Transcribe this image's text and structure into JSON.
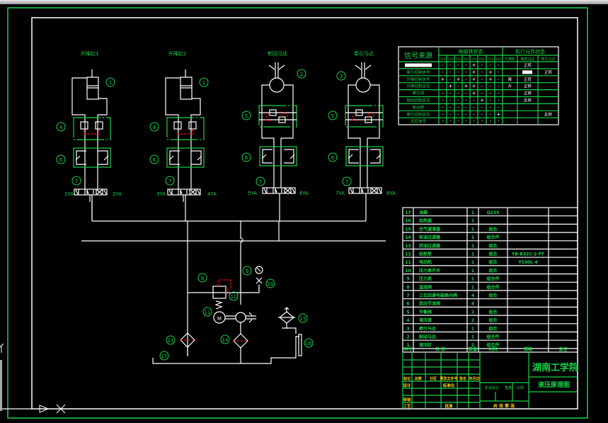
{
  "column_titles": [
    "升降缸1",
    "升降缸2",
    "制动马达",
    "牵引马达"
  ],
  "coil_labels": [
    [
      "1YA",
      "2YA"
    ],
    [
      "3YA",
      "4YA"
    ],
    [
      "5YA",
      "6YA"
    ],
    [
      "7YA",
      "8YA"
    ]
  ],
  "circled_numbers": {
    "col1": [
      "1",
      "4",
      "6",
      "7"
    ],
    "col2": [
      "1",
      "4",
      "6",
      "7"
    ],
    "col3": [
      "2",
      "5",
      "6",
      "7"
    ],
    "col4": [
      "3",
      "5",
      "6",
      "7"
    ],
    "power_unit": [
      "8",
      "9",
      "10",
      "11",
      "12",
      "13",
      "14",
      "15",
      "16",
      "17"
    ]
  },
  "motor_label": "M",
  "state_table": {
    "header_source": "信号来源",
    "header_coils": "电磁铁状态",
    "header_actuators": "执行元件状态",
    "coils": [
      "1YA",
      "2YA",
      "3YA",
      "4YA",
      "5YA",
      "6YA",
      "7YA",
      "8YA"
    ],
    "actuators": [
      "升降缸",
      "制动马达",
      "牵引马达"
    ],
    "rows": [
      {
        "source": "",
        "coils": [
          "-",
          "-",
          "-",
          "-",
          "+",
          "-",
          "-",
          "-"
        ],
        "act": [
          "",
          "正转",
          ""
        ]
      },
      {
        "source": "牵引控制信号",
        "coils": [
          "-",
          "-",
          "-",
          "-",
          "+",
          "-",
          "+",
          "-"
        ],
        "act": [
          "",
          "",
          "正转"
        ]
      },
      {
        "source": "升降控制信号",
        "coils": [
          "+",
          "-",
          "+",
          "-",
          "+",
          "-",
          "+",
          "-"
        ],
        "act": [
          "降",
          "正转",
          ""
        ]
      },
      {
        "source": "升降控制信号",
        "coils": [
          "-",
          "+",
          "-",
          "+",
          "+",
          "-",
          "-",
          "-"
        ],
        "act": [
          "升",
          "正转",
          ""
        ]
      },
      {
        "source": "牵引停",
        "coils": [
          "-",
          "-",
          "-",
          "-",
          "+",
          "-",
          "-",
          "-"
        ],
        "act": [
          "",
          "正转",
          ""
        ]
      },
      {
        "source": "制动控制信号",
        "coils": [
          "-",
          "-",
          "-",
          "-",
          "-",
          "+",
          "-",
          "-"
        ],
        "act": [
          "",
          "反转",
          ""
        ]
      },
      {
        "source": "制动停",
        "coils": [
          "-",
          "-",
          "-",
          "-",
          "-",
          "-",
          "-",
          "-"
        ],
        "act": [
          "",
          "",
          ""
        ]
      },
      {
        "source": "牵引控制信号",
        "coils": [
          "-",
          "-",
          "-",
          "-",
          "-",
          "-",
          "-",
          "+"
        ],
        "act": [
          "",
          "",
          "反转"
        ]
      },
      {
        "source": "无控信号",
        "coils": [
          "-",
          "-",
          "-",
          "-",
          "-",
          "-",
          "-",
          "-"
        ],
        "act": [
          "",
          "",
          ""
        ]
      }
    ]
  },
  "parts_list": {
    "headers": [
      "序号",
      "名 称",
      "数量",
      "材料",
      "规格",
      "备注"
    ],
    "rows": [
      {
        "no": "17",
        "name": "油箱",
        "qty": "1",
        "material": "Q235",
        "spec": "",
        "note": ""
      },
      {
        "no": "16",
        "name": "加热器",
        "qty": "1",
        "material": "",
        "spec": "",
        "note": ""
      },
      {
        "no": "15",
        "name": "空气滤清器",
        "qty": "1",
        "material": "组合",
        "spec": "",
        "note": ""
      },
      {
        "no": "14",
        "name": "吸油过滤器",
        "qty": "1",
        "material": "组合件",
        "spec": "",
        "note": ""
      },
      {
        "no": "13",
        "name": "回油过滤器",
        "qty": "1",
        "material": "组合",
        "spec": "",
        "note": ""
      },
      {
        "no": "12",
        "name": "齿轮泵",
        "qty": "1",
        "material": "组合",
        "spec": "YB-B32C-2-FF",
        "note": ""
      },
      {
        "no": "11",
        "name": "电动机",
        "qty": "1",
        "material": "组合",
        "spec": "Y100L-4",
        "note": ""
      },
      {
        "no": "10",
        "name": "压力表开关",
        "qty": "1",
        "material": "组合",
        "spec": "",
        "note": ""
      },
      {
        "no": "9",
        "name": "压力表",
        "qty": "1",
        "material": "组合件",
        "spec": "",
        "note": ""
      },
      {
        "no": "8",
        "name": "溢流阀",
        "qty": "1",
        "material": "组合件",
        "spec": "",
        "note": ""
      },
      {
        "no": "7",
        "name": "三位四通电磁换向阀",
        "qty": "4",
        "material": "组合",
        "spec": "",
        "note": ""
      },
      {
        "no": "6",
        "name": "双向节流阀",
        "qty": "4",
        "material": "",
        "spec": "",
        "note": ""
      },
      {
        "no": "5",
        "name": "平衡阀",
        "qty": "2",
        "material": "组合",
        "spec": "",
        "note": ""
      },
      {
        "no": "4",
        "name": "液压锁",
        "qty": "2",
        "material": "组合",
        "spec": "",
        "note": ""
      },
      {
        "no": "3",
        "name": "牵引马达",
        "qty": "1",
        "material": "组合",
        "spec": "",
        "note": ""
      },
      {
        "no": "2",
        "name": "制动马达",
        "qty": "1",
        "material": "组合件",
        "spec": "",
        "note": ""
      },
      {
        "no": "1",
        "name": "液压缸",
        "qty": "2",
        "material": "组合件",
        "spec": "",
        "note": ""
      }
    ]
  },
  "title_block": {
    "school": "湖南工学院",
    "drawing_name": "液压原理图",
    "mark_row": [
      "标记",
      "处数",
      "分区",
      "更改文件号",
      "签名",
      "年月日"
    ],
    "design": "设计",
    "standard": "标准化",
    "review": "审核",
    "process": "工艺",
    "approve": "批准",
    "stage_row": [
      "阶段标记",
      "重量",
      "比例"
    ],
    "sheets": "共 张 第 张"
  }
}
